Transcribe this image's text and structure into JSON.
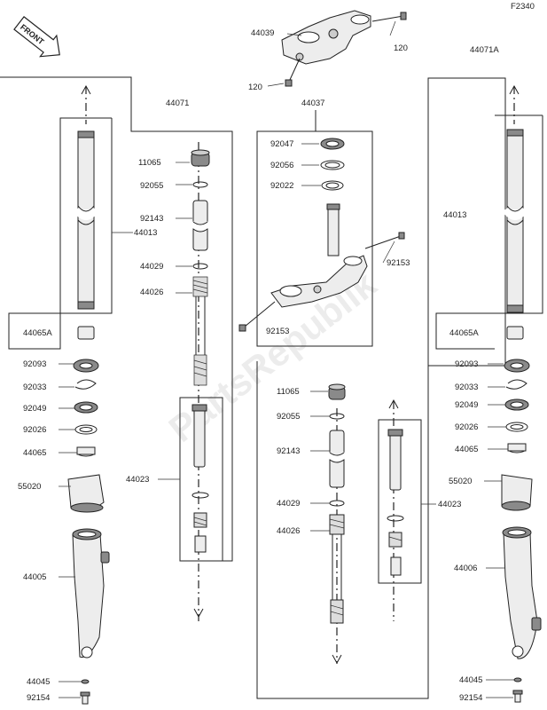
{
  "diagram_code": "F2340",
  "front_label": "FRONT",
  "watermark": "PartsRepublik",
  "labels": [
    {
      "id": "label-44039",
      "text": "44039"
    },
    {
      "id": "label-120-top",
      "text": "120"
    },
    {
      "id": "label-120-bottom",
      "text": "120"
    },
    {
      "id": "label-44071",
      "text": "44071"
    },
    {
      "id": "label-44037",
      "text": "44037"
    },
    {
      "id": "label-44071a",
      "text": "44071A"
    },
    {
      "id": "label-11065-left",
      "text": "11065"
    },
    {
      "id": "label-92047",
      "text": "92047"
    },
    {
      "id": "label-92056",
      "text": "92056"
    },
    {
      "id": "label-92055-left",
      "text": "92055"
    },
    {
      "id": "label-92022",
      "text": "92022"
    },
    {
      "id": "label-92143-left",
      "text": "92143"
    },
    {
      "id": "label-44013-left",
      "text": "44013"
    },
    {
      "id": "label-44013-right",
      "text": "44013"
    },
    {
      "id": "label-92153-right",
      "text": "92153"
    },
    {
      "id": "label-44029-left",
      "text": "44029"
    },
    {
      "id": "label-44026-left",
      "text": "44026"
    },
    {
      "id": "label-44065a-left",
      "text": "44065A"
    },
    {
      "id": "label-92153-left",
      "text": "92153"
    },
    {
      "id": "label-44065a-right",
      "text": "44065A"
    },
    {
      "id": "label-92093-left",
      "text": "92093"
    },
    {
      "id": "label-92093-right",
      "text": "92093"
    },
    {
      "id": "label-92033-left",
      "text": "92033"
    },
    {
      "id": "label-11065-center",
      "text": "11065"
    },
    {
      "id": "label-92033-right",
      "text": "92033"
    },
    {
      "id": "label-92049-left",
      "text": "92049"
    },
    {
      "id": "label-92055-center",
      "text": "92055"
    },
    {
      "id": "label-92049-right",
      "text": "92049"
    },
    {
      "id": "label-92026-left",
      "text": "92026"
    },
    {
      "id": "label-92026-right",
      "text": "92026"
    },
    {
      "id": "label-44065-left",
      "text": "44065"
    },
    {
      "id": "label-92143-center",
      "text": "92143"
    },
    {
      "id": "label-44065-right",
      "text": "44065"
    },
    {
      "id": "label-44023-left",
      "text": "44023"
    },
    {
      "id": "label-55020-left",
      "text": "55020"
    },
    {
      "id": "label-55020-right",
      "text": "55020"
    },
    {
      "id": "label-44029-center",
      "text": "44029"
    },
    {
      "id": "label-44023-right",
      "text": "44023"
    },
    {
      "id": "label-44026-center",
      "text": "44026"
    },
    {
      "id": "label-44005",
      "text": "44005"
    },
    {
      "id": "label-44006",
      "text": "44006"
    },
    {
      "id": "label-44045-left",
      "text": "44045"
    },
    {
      "id": "label-44045-right",
      "text": "44045"
    },
    {
      "id": "label-92154-left",
      "text": "92154"
    },
    {
      "id": "label-92154-right",
      "text": "92154"
    }
  ]
}
